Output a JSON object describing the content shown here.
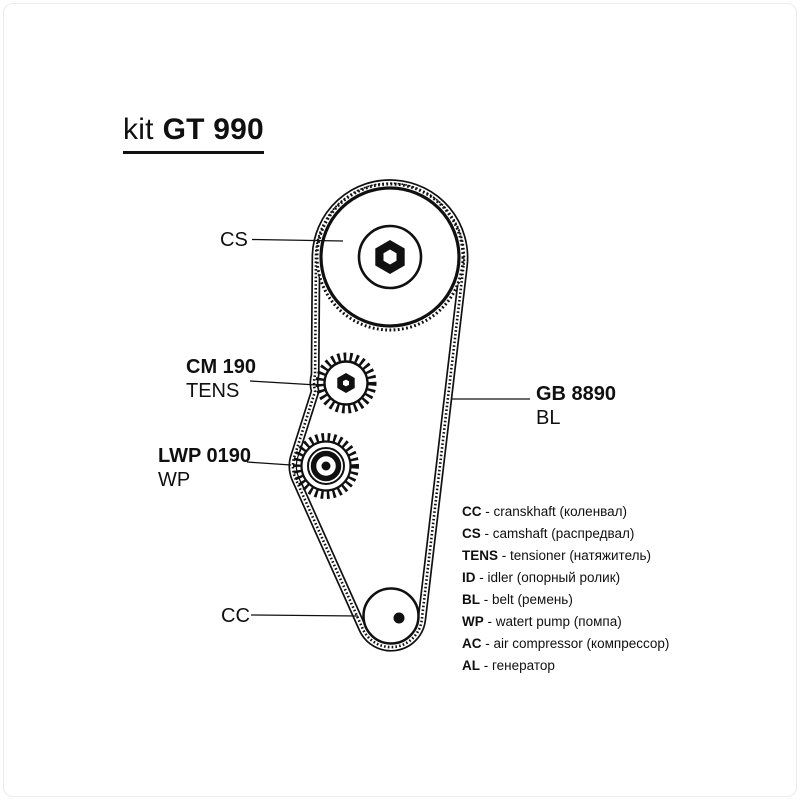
{
  "title": {
    "prefix": "kit",
    "model": "GT 990"
  },
  "diagram": {
    "labels": {
      "camshaft": "CS",
      "crankshaft": "CC",
      "tensioner": {
        "part": "CM 190",
        "name": "TENS"
      },
      "water_pump": {
        "part": "LWP 0190",
        "name": "WP"
      },
      "belt": {
        "part": "GB 8890",
        "name": "BL"
      }
    }
  },
  "legend": {
    "items": [
      {
        "abbr": "CC",
        "desc": "- cranskhaft (коленвал)"
      },
      {
        "abbr": "CS",
        "desc": "- camshaft (распредвал)"
      },
      {
        "abbr": "TENS",
        "desc": "- tensioner (натяжитель)"
      },
      {
        "abbr": "ID",
        "desc": "- idler (опорный ролик)"
      },
      {
        "abbr": "BL",
        "desc": "- belt (ремень)"
      },
      {
        "abbr": "WP",
        "desc": "- watert pump (помпа)"
      },
      {
        "abbr": "AC",
        "desc": "- air compressor (компрессор)"
      },
      {
        "abbr": "AL",
        "desc": "- генератор"
      }
    ]
  },
  "colors": {
    "ink": "#101010",
    "frame": "#ececec"
  }
}
